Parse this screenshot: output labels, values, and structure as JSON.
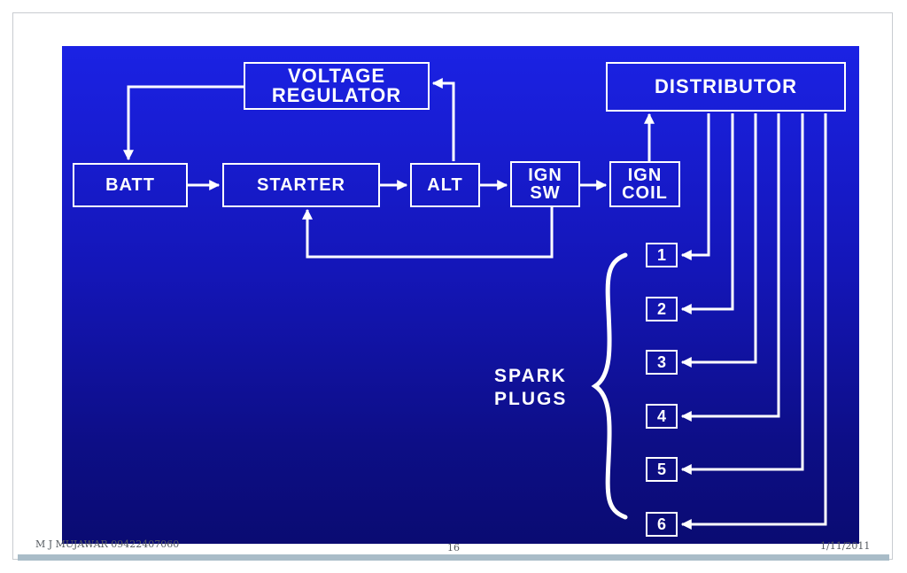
{
  "diagram": {
    "voltage_regulator": "VOLTAGE\nREGULATOR",
    "distributor": "DISTRIBUTOR",
    "batt": "BATT",
    "starter": "STARTER",
    "alt": "ALT",
    "ign_sw": "IGN\nSW",
    "ign_coil": "IGN\nCOIL",
    "spark_plugs_label": "SPARK\nPLUGS",
    "plugs": [
      "1",
      "2",
      "3",
      "4",
      "5",
      "6"
    ],
    "colors": {
      "background_top": "#1b22e4",
      "background_bottom": "#0a0b72",
      "line": "#ffffff"
    }
  },
  "footer": {
    "author": "M J MUJAWAR 09422407060",
    "page": "16",
    "date": "1/11/2011"
  }
}
